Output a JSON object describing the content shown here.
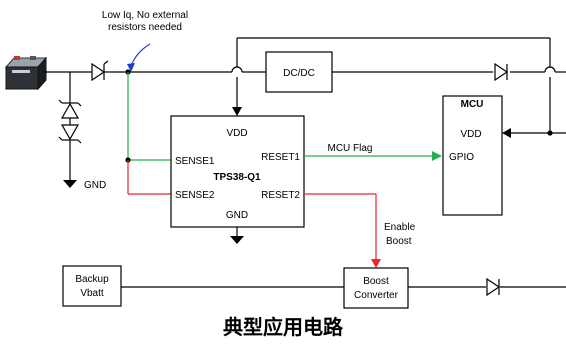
{
  "annotation": {
    "line1": "Low Iq, No external",
    "line2": "resistors needed"
  },
  "gnd_label": "GND",
  "dcdc": {
    "label": "DC/DC"
  },
  "tps": {
    "name": "TPS38-Q1",
    "vdd": "VDD",
    "sense1": "SENSE1",
    "sense2": "SENSE2",
    "reset1": "RESET1",
    "reset2": "RESET2",
    "gnd": "GND"
  },
  "mcu": {
    "title": "MCU",
    "vdd": "VDD",
    "gpio": "GPIO"
  },
  "mcu_flag": "MCU Flag",
  "enable_boost": {
    "line1": "Enable",
    "line2": "Boost"
  },
  "backup": {
    "line1": "Backup",
    "line2": "Vbatt"
  },
  "boost": {
    "line1": "Boost",
    "line2": "Converter"
  },
  "caption": "典型应用电路",
  "colors": {
    "green": "#22b14c",
    "red": "#e8262b",
    "blue": "#1e3cc8",
    "wire": "#000000"
  }
}
